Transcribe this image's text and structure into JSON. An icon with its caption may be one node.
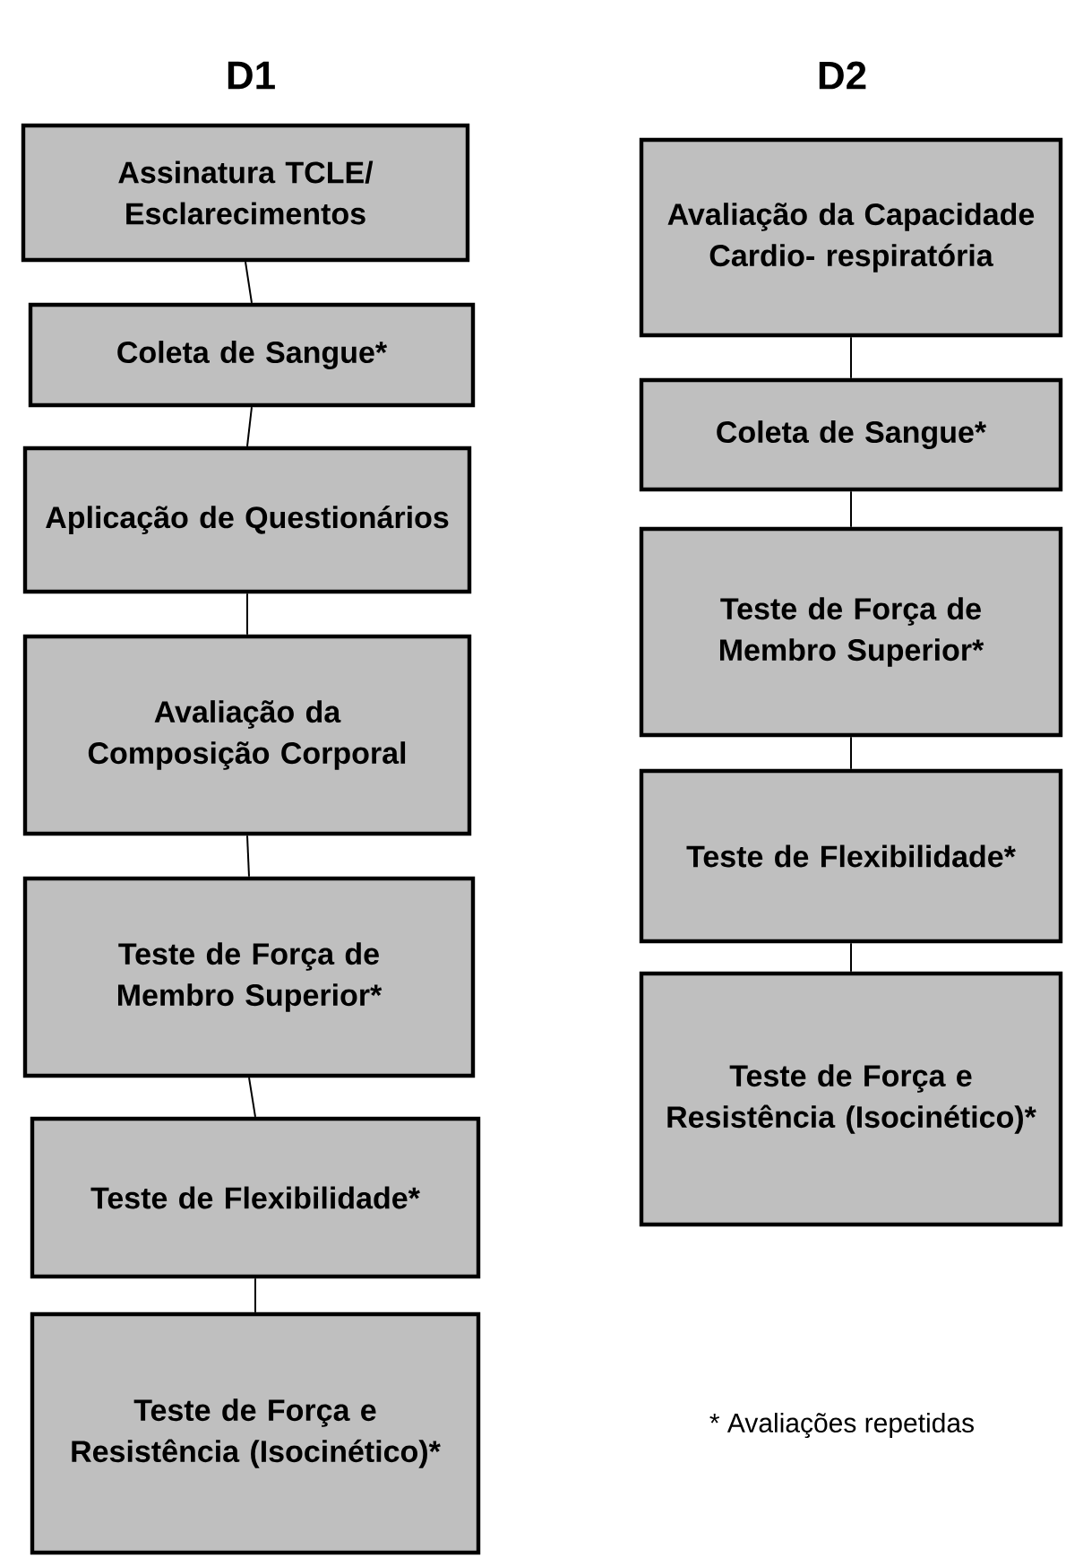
{
  "diagram": {
    "nodes": [
      {
        "text": [
          "Assinatura TCLE/ Esclarecimentos"
        ]
      },
      {
        "text": [
          "Coleta de Sangue*"
        ]
      },
      {
        "text": [
          "Aplicação de Questionários"
        ]
      },
      {
        "text": [
          "Avaliação da Composição Corporal"
        ]
      },
      {
        "text": [
          "Teste de Força de Membro Superior*"
        ]
      },
      {
        "text": [
          "Teste de Flexibilidade*"
        ]
      },
      {
        "text": [
          "Teste de Força e Resistência (Isocinético)*"
        ]
      },
      {
        "text": [
          "Avaliação da Capacidade Cardio- respiratória"
        ]
      },
      {
        "text": [
          "Coleta de Sangue*"
        ]
      },
      {
        "text": [
          "Teste de Força de Membro Superior*"
        ]
      },
      {
        "text": [
          "Teste de Flexibilidade*"
        ]
      },
      {
        "text": [
          "Teste de Força e Resistência (Isocinético)*"
        ]
      }
    ],
    "edges": [
      {
        "from": 0,
        "to": 1,
        "arrow": "none"
      },
      {
        "from": 1,
        "to": 2,
        "arrow": "none"
      },
      {
        "from": 2,
        "to": 3,
        "arrow": "none"
      },
      {
        "from": 3,
        "to": 4,
        "arrow": "none"
      },
      {
        "from": 4,
        "to": 5,
        "arrow": "none"
      },
      {
        "from": 5,
        "to": 6,
        "arrow": "none"
      },
      {
        "from": 7,
        "to": 8,
        "arrow": "none"
      },
      {
        "from": 8,
        "to": 9,
        "arrow": "none"
      },
      {
        "from": 9,
        "to": 10,
        "arrow": "none"
      },
      {
        "from": 10,
        "to": 11,
        "arrow": "none"
      }
    ],
    "labels": [
      "D1",
      "D2",
      "* Avaliações repetidas"
    ]
  }
}
